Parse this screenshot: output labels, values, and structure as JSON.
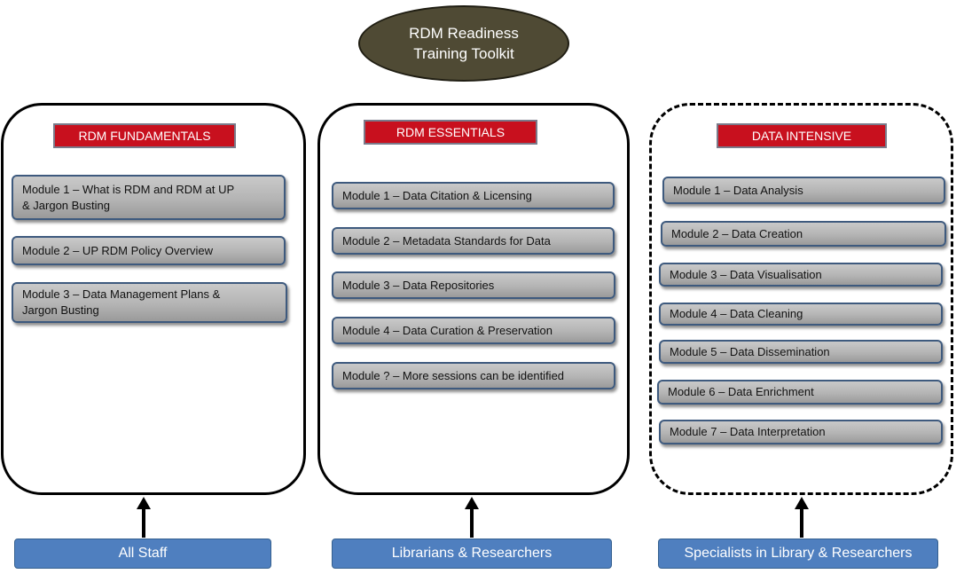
{
  "title": {
    "line1": "RDM Readiness",
    "line2": "Training Toolkit"
  },
  "columns": [
    {
      "header": "RDM FUNDAMENTALS",
      "modules": [
        {
          "line1": "Module  1 – What is RDM and RDM at UP",
          "line2": "& Jargon Busting"
        },
        {
          "line1": "Module 2 – UP RDM Policy Overview"
        },
        {
          "line1": "Module 3 – Data Management Plans &",
          "line2": "Jargon Busting"
        }
      ],
      "audience": "All Staff"
    },
    {
      "header": "RDM ESSENTIALS",
      "modules": [
        {
          "line1": "Module 1 – Data Citation & Licensing"
        },
        {
          "line1": "Module 2 – Metadata Standards for Data"
        },
        {
          "line1": "Module 3 – Data Repositories"
        },
        {
          "line1": "Module 4 – Data Curation & Preservation"
        },
        {
          "line1": "Module ? – More sessions can be identified"
        }
      ],
      "audience": "Librarians & Researchers"
    },
    {
      "header": "DATA INTENSIVE",
      "modules": [
        {
          "line1": "Module 1 – Data Analysis"
        },
        {
          "line1": "Module 2 – Data Creation"
        },
        {
          "line1": "Module 3 – Data Visualisation"
        },
        {
          "line1": "Module 4 – Data Cleaning"
        },
        {
          "line1": "Module 5 – Data Dissemination"
        },
        {
          "line1": "Module 6 – Data Enrichment"
        },
        {
          "line1": "Module 7 – Data Interpretation"
        }
      ],
      "audience": "Specialists in Library & Researchers"
    }
  ],
  "colors": {
    "title_fill": "#4f4a34",
    "header_fill": "#c8101e",
    "module_fill": "#b4b4b4",
    "module_border": "#3e5a7e",
    "audience_fill": "#4f7fbf"
  }
}
